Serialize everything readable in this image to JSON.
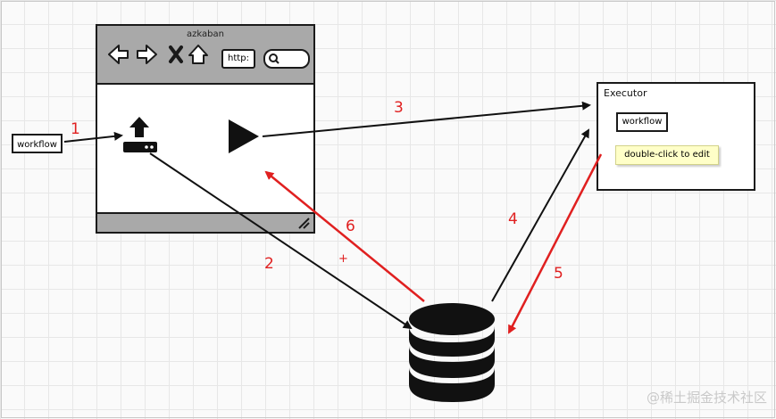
{
  "browser": {
    "title": "azkaban",
    "address_label": "http:"
  },
  "workflow_box": {
    "label": "workflow"
  },
  "executor": {
    "title": "Executor",
    "workflow_label": "workflow",
    "tooltip": "double-click to edit"
  },
  "arrows": [
    {
      "label": "1",
      "color": "#e02020"
    },
    {
      "label": "2",
      "color": "#e02020"
    },
    {
      "label": "3",
      "color": "#e02020"
    },
    {
      "label": "4",
      "color": "#e02020"
    },
    {
      "label": "5",
      "color": "#e02020"
    },
    {
      "label": "6",
      "color": "#e02020"
    }
  ],
  "plus_mark": "+",
  "icons": [
    "back-arrow-icon",
    "forward-arrow-icon",
    "close-icon",
    "home-icon",
    "search-icon",
    "upload-icon",
    "play-icon",
    "database-icon",
    "resize-grip-icon"
  ],
  "watermark": "@稀土掘金技术社区",
  "colors": {
    "annotation_red": "#e02020",
    "line_black": "#111111",
    "chrome_gray": "#a9a9a9",
    "tooltip_yellow": "#ffffc8"
  }
}
